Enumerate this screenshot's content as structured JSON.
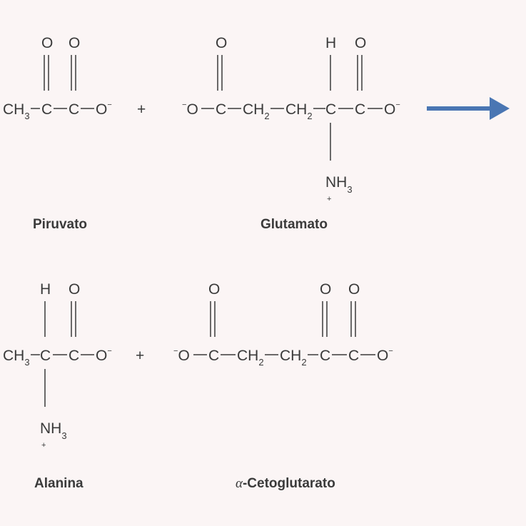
{
  "reaction": {
    "plus_sign": "+",
    "arrow_color": "#4a76b3",
    "reactants": [
      {
        "name": "Piruvato"
      },
      {
        "name": "Glutamato"
      }
    ],
    "products": [
      {
        "name": "Alanina"
      },
      {
        "name_prefix": "α",
        "name": "-Cetoglutarato"
      }
    ]
  },
  "atoms": {
    "O": "O",
    "C": "C",
    "H": "H",
    "CH": "CH",
    "NH": "NH",
    "sub2": "2",
    "sub3": "3",
    "minus": "−",
    "plus": "+"
  }
}
